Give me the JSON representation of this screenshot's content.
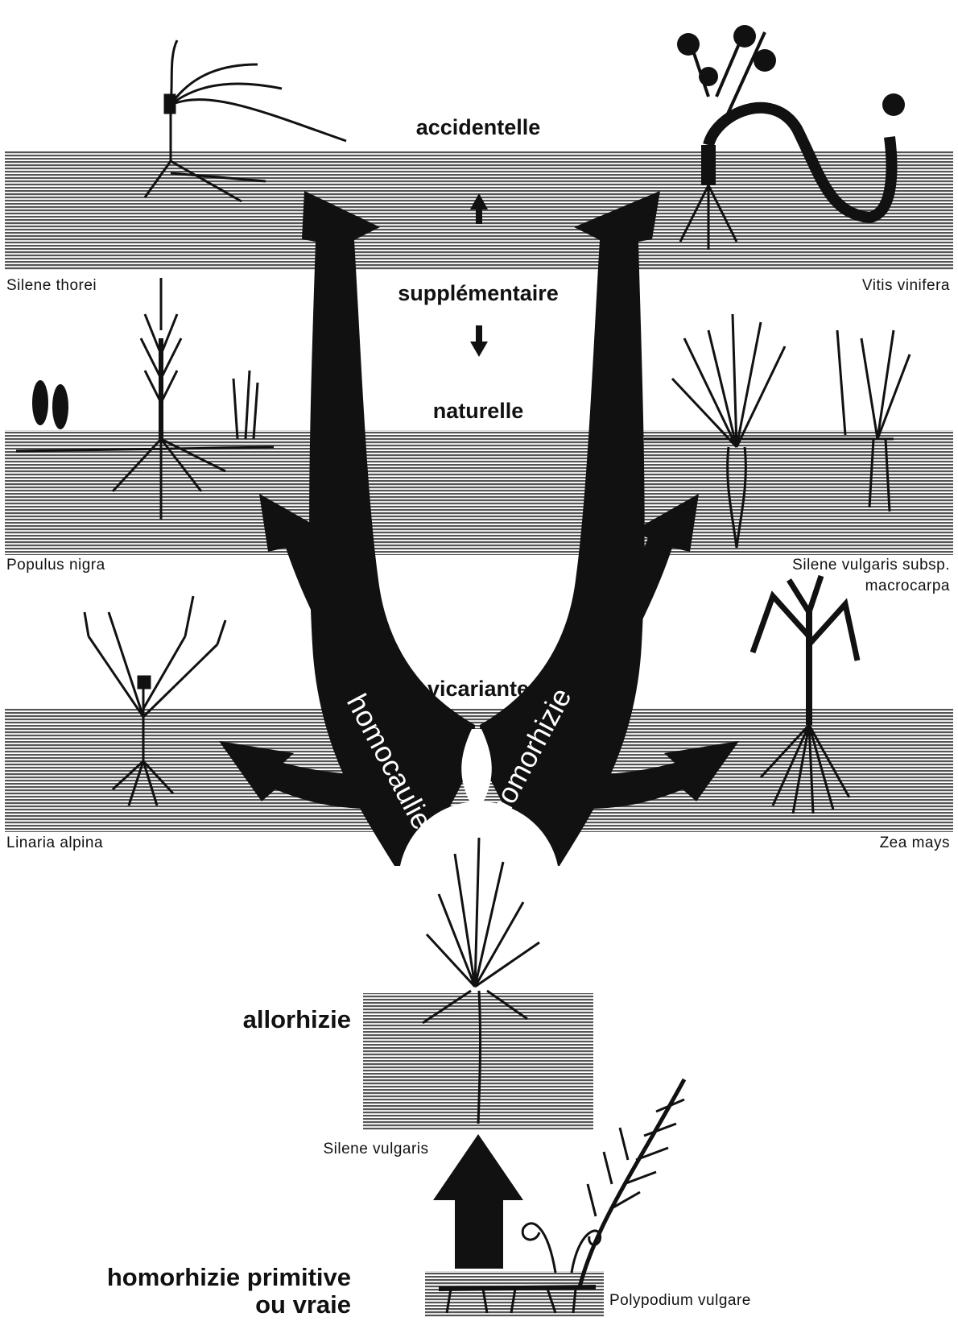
{
  "colors": {
    "band": "#a9a9a9",
    "ink": "#111111",
    "paper": "#ffffff"
  },
  "categories": {
    "accidentelle": "accidentelle",
    "supplementaire": "supplémentaire",
    "naturelle": "naturelle",
    "vicariante": "vicariante",
    "allorhizie": "allorhizie",
    "primitive_line1": "homorhizie primitive",
    "primitive_line2": "ou vraie"
  },
  "arrows": {
    "left_label": "homocaulie",
    "right_label": "homorhizie"
  },
  "species": {
    "silene_thorei": "Silene thorei",
    "vitis_vinifera": "Vitis vinifera",
    "populus_nigra": "Populus nigra",
    "silene_vulgaris_macro_1": "Silene vulgaris subsp.",
    "silene_vulgaris_macro_2": "macrocarpa",
    "linaria_alpina": "Linaria alpina",
    "zea_mays": "Zea mays",
    "silene_vulgaris": "Silene vulgaris",
    "polypodium_vulgare": "Polypodium vulgare"
  },
  "icons": [
    "arrow-up-icon",
    "arrow-down-icon",
    "plant-illustration"
  ]
}
